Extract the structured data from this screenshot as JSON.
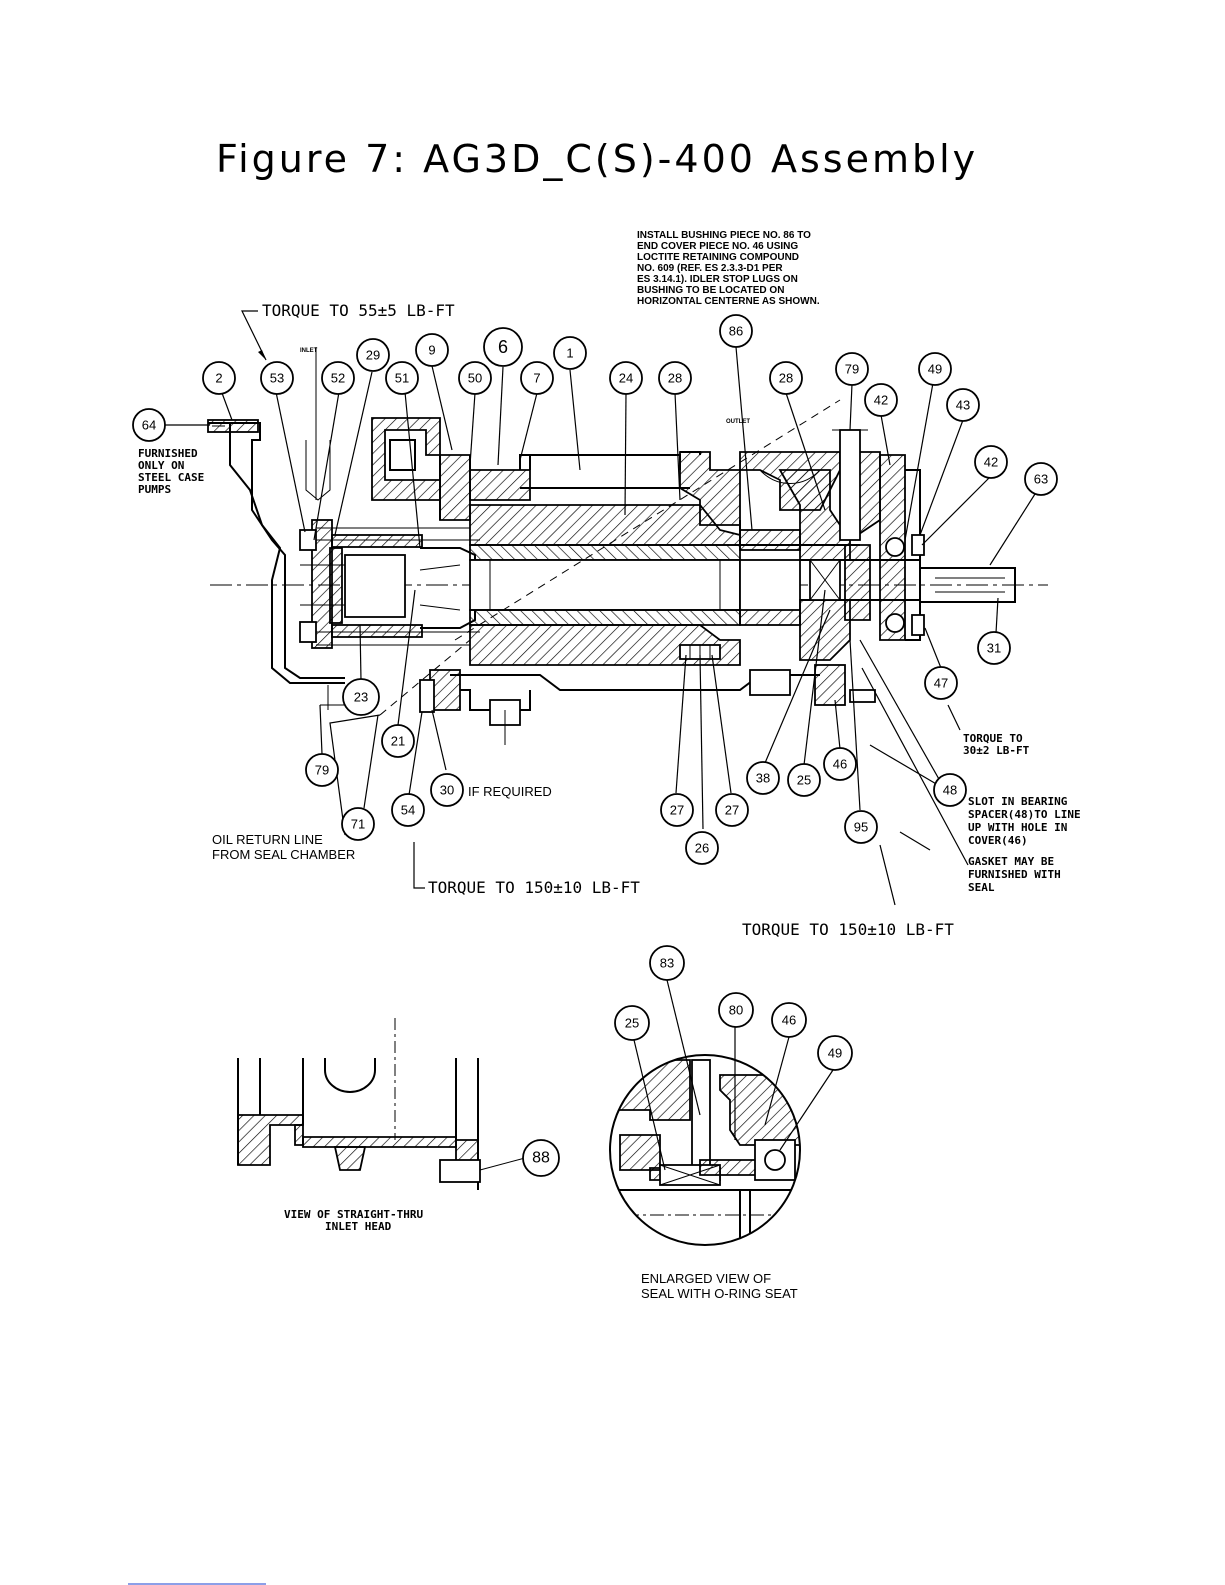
{
  "title": "Figure 7: AG3D_C(S)-400 Assembly",
  "notes": {
    "install_bushing": [
      "INSTALL BUSHING PIECE NO. 86 TO",
      "END COVER PIECE NO. 46 USING",
      "LOCTITE RETAINING COMPOUND",
      "NO. 609 (REF. ES 2.3.3-D1 PER",
      "ES 3.14.1). IDLER STOP LUGS ON",
      "BUSHING TO BE LOCATED ON",
      "HORIZONTAL CENTERNE AS SHOWN."
    ],
    "torque_top": "TORQUE TO 55±5 LB-FT",
    "inlet": "INLET",
    "outlet": "OUTLET",
    "furnished": [
      "FURNISHED",
      "ONLY ON",
      "STEEL CASE",
      "PUMPS"
    ],
    "if_required": "IF REQUIRED",
    "oil_return": [
      "OIL RETURN LINE",
      "FROM SEAL CHAMBER"
    ],
    "torque_bottom_left": "TORQUE TO 150±10 LB-FT",
    "torque_bottom_right": "TORQUE TO 150±10 LB-FT",
    "torque_right": [
      "TORQUE TO",
      "30±2 LB-FT"
    ],
    "slot_note": [
      "SLOT IN BEARING",
      "SPACER(48)TO LINE",
      "UP WITH HOLE IN",
      "COVER(46)"
    ],
    "gasket_note": [
      "GASKET MAY BE",
      "FURNISHED WITH",
      "SEAL"
    ],
    "view_inlet": [
      "VIEW OF STRAIGHT-THRU",
      "INLET HEAD"
    ],
    "view_seal": [
      "ENLARGED VIEW OF",
      "SEAL WITH O-RING SEAT"
    ]
  },
  "balloons": [
    "64",
    "2",
    "53",
    "52",
    "29",
    "51",
    "9",
    "50",
    "6",
    "7",
    "1",
    "24",
    "28",
    "86",
    "28",
    "79",
    "42",
    "49",
    "43",
    "42",
    "63",
    "31",
    "47",
    "23",
    "21",
    "79",
    "71",
    "54",
    "30",
    "38",
    "25",
    "46",
    "48",
    "95",
    "27",
    "27",
    "26",
    "83",
    "25",
    "80",
    "46",
    "49",
    "88"
  ]
}
